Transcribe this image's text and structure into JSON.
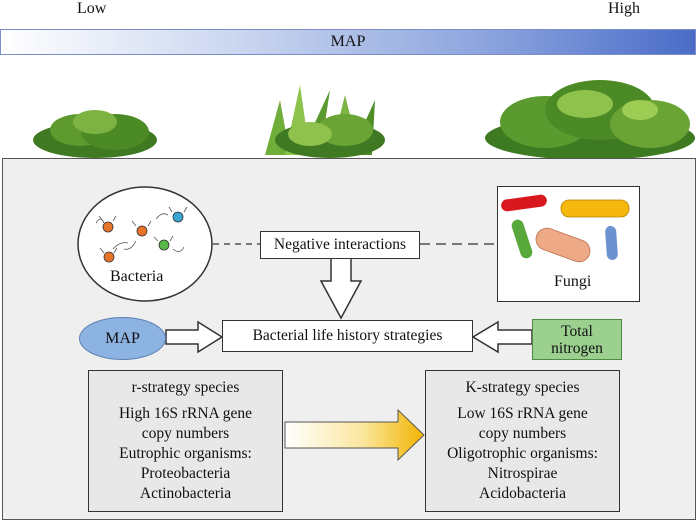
{
  "scale": {
    "low": "Low",
    "high": "High",
    "bar_label": "MAP"
  },
  "bacteria_label": "Bacteria",
  "fungi_label": "Fungi",
  "negative_interactions": "Negative interactions",
  "map_label": "MAP",
  "center_label": "Bacterial life history strategies",
  "nitrogen": {
    "line1": "Total",
    "line2": "nitrogen"
  },
  "r_strategy": {
    "title": "r-strategy species",
    "l1": "High 16S rRNA gene",
    "l2": "copy numbers",
    "l3": "Eutrophic organisms:",
    "l4": "Proteobacteria",
    "l5": "Actinobacteria"
  },
  "k_strategy": {
    "title": "K-strategy species",
    "l1": "Low 16S rRNA gene",
    "l2": "copy numbers",
    "l3": "Oligotrophic organisms:",
    "l4": "Nitrospirae",
    "l5": "Acidobacteria"
  },
  "colors": {
    "map_ellipse": "#8db3e2",
    "nitrogen_box": "#9bd08f",
    "panel": "#efefef",
    "bar_end": "#4a6cc8"
  }
}
